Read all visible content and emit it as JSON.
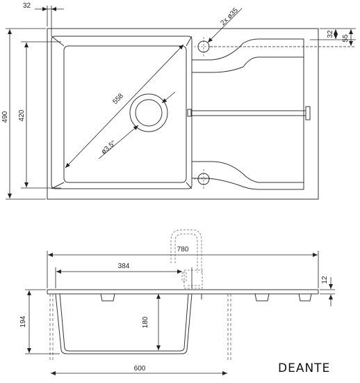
{
  "top_view": {
    "dimensions": {
      "edge_offset": "32",
      "tap_holes": "2x ø35",
      "diagonal": "558",
      "drain": "ø3,5\"",
      "overall_height": "490",
      "bowl_height": "420",
      "hole_offset_a": "32",
      "hole_offset_b": "55"
    }
  },
  "side_view": {
    "dimensions": {
      "overall_length": "780",
      "bowl_length": "384",
      "bowl_depth": "180",
      "total_depth": "194",
      "rim_thickness": "12",
      "cabinet_width": "600"
    }
  },
  "brand": {
    "logo_text": "DEANTE"
  }
}
